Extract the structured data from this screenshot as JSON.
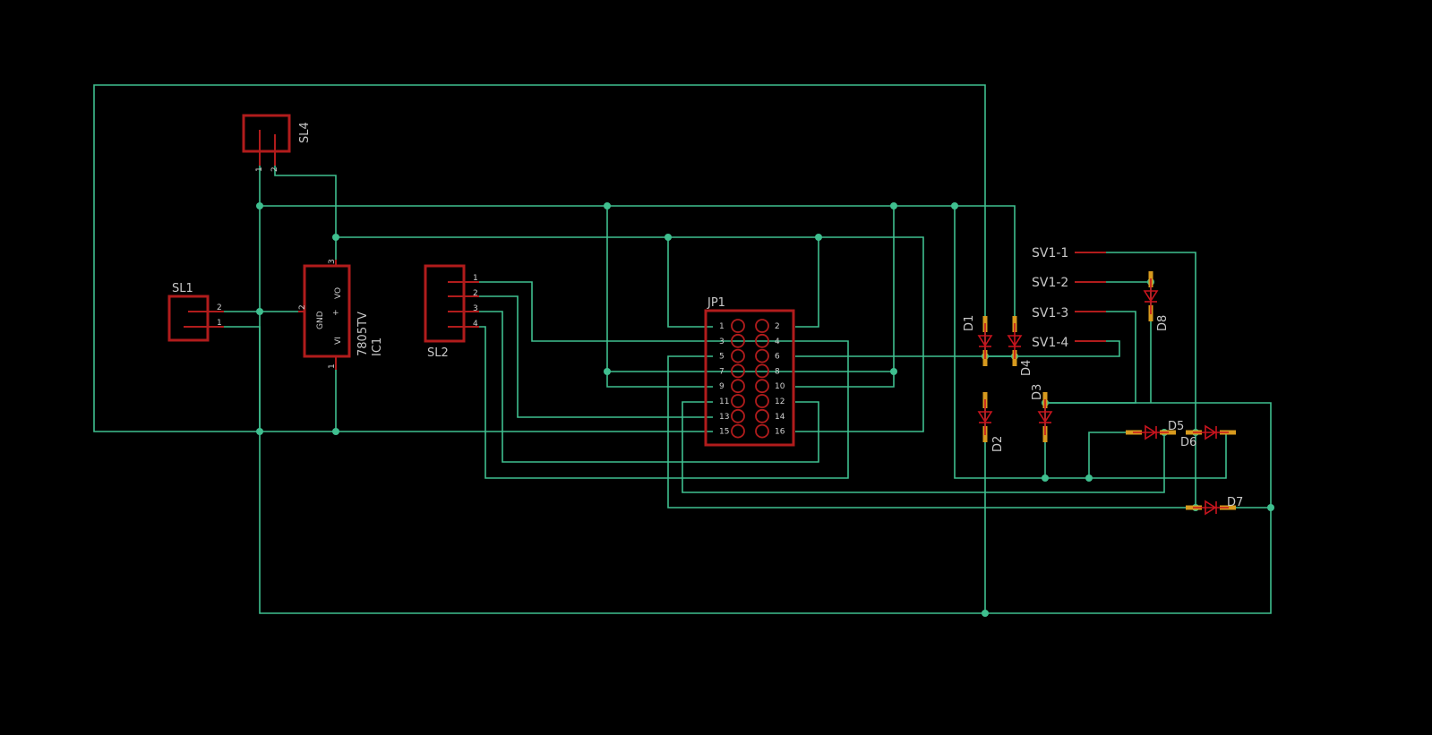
{
  "colors": {
    "background": "#000000",
    "wire": "#3fbf8f",
    "part_outline": "#b11c1c",
    "diode_pad": "#d79a1e",
    "text": "#c8c8c8"
  },
  "parts": {
    "sl1": {
      "name": "SL1",
      "pins": [
        "2",
        "1"
      ]
    },
    "sl4": {
      "name": "SL4",
      "pins": [
        "1",
        "2"
      ]
    },
    "ic1": {
      "name": "IC1",
      "value": "7805TV",
      "pins": [
        "GND",
        "VO",
        "VI",
        "+"
      ],
      "pin_nums": [
        "2",
        "3",
        "1"
      ]
    },
    "sl2": {
      "name": "SL2",
      "pins": [
        "1",
        "2",
        "3",
        "4"
      ]
    },
    "jp1": {
      "name": "JP1",
      "left_pins": [
        "1",
        "3",
        "5",
        "7",
        "9",
        "11",
        "13",
        "15"
      ],
      "right_pins": [
        "2",
        "4",
        "6",
        "8",
        "10",
        "12",
        "14",
        "16"
      ]
    },
    "diodes": [
      "D1",
      "D4",
      "D2",
      "D3",
      "D8",
      "D5",
      "D6",
      "D7"
    ]
  },
  "net_labels": [
    "SV1-1",
    "SV1-2",
    "SV1-3",
    "SV1-4"
  ]
}
